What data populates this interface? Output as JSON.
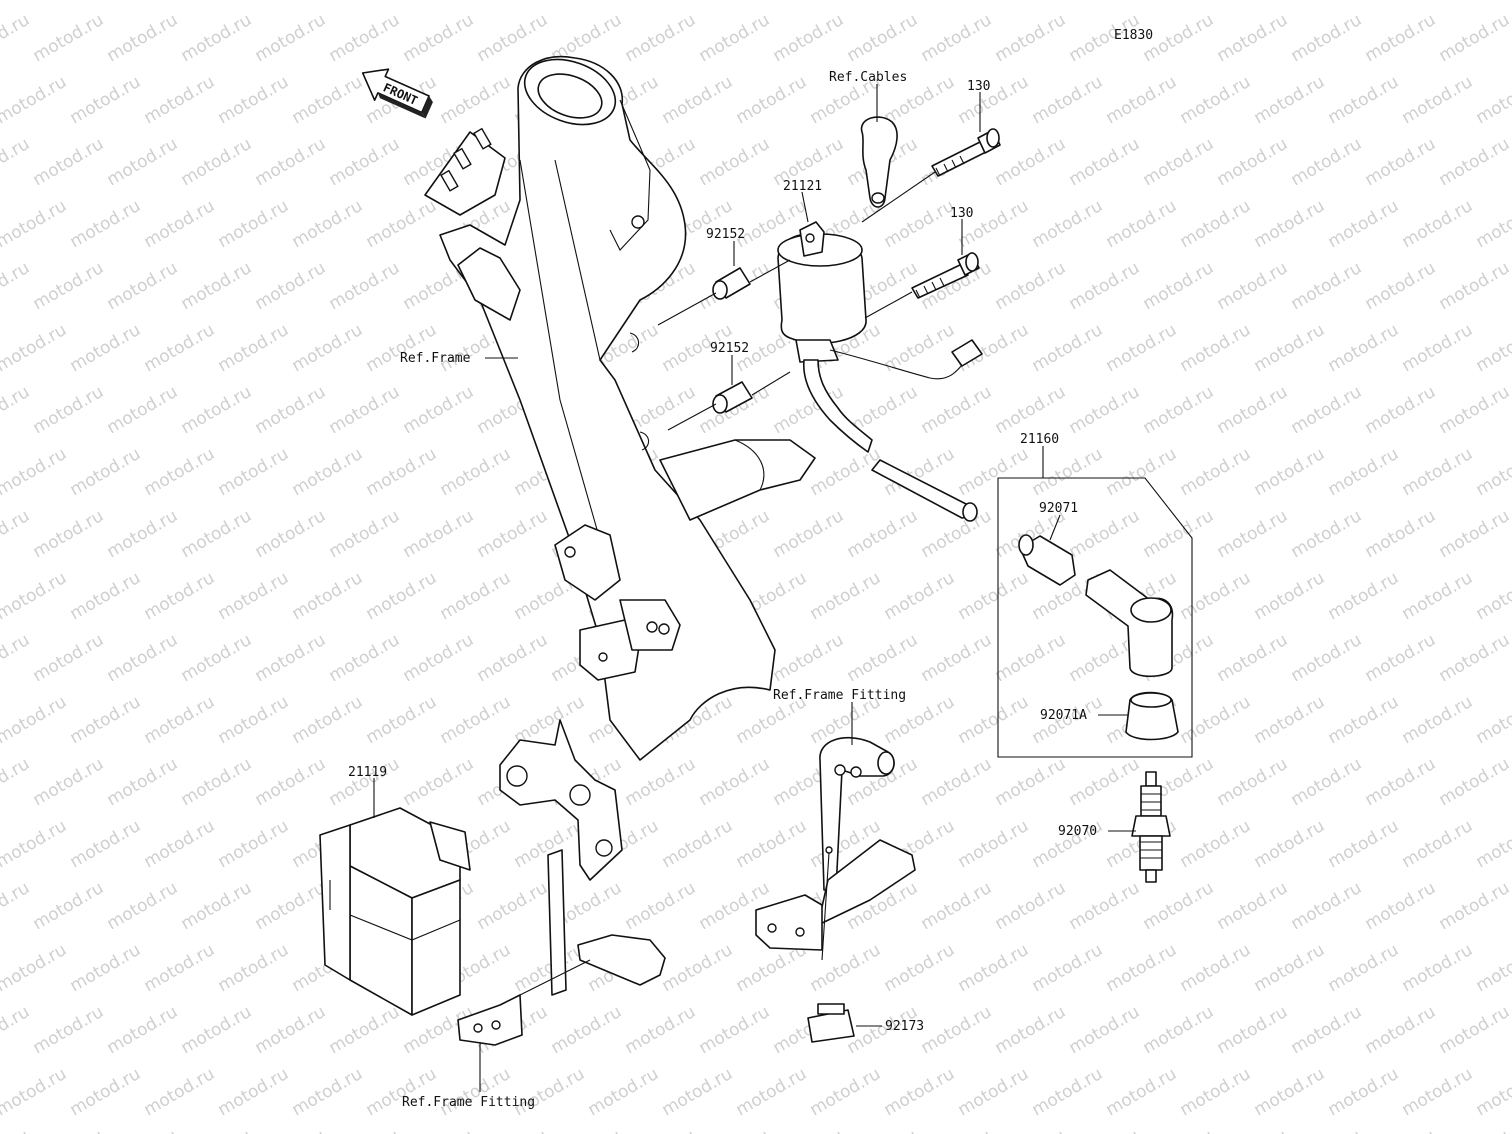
{
  "diagram_code": "E1830",
  "watermark": "motod.ru",
  "front_arrow": "FRONT",
  "labels": {
    "ref_cables": "Ref.Cables",
    "p130a": "130",
    "p130b": "130",
    "p21121": "21121",
    "p92152a": "92152",
    "p92152b": "92152",
    "ref_frame": "Ref.Frame",
    "p21160": "21160",
    "p92071": "92071",
    "p92071a": "92071A",
    "p92070": "92070",
    "ref_frame_fitting_a": "Ref.Frame Fitting",
    "ref_frame_fitting_b": "Ref.Frame Fitting",
    "p21119": "21119",
    "p92173": "92173"
  }
}
